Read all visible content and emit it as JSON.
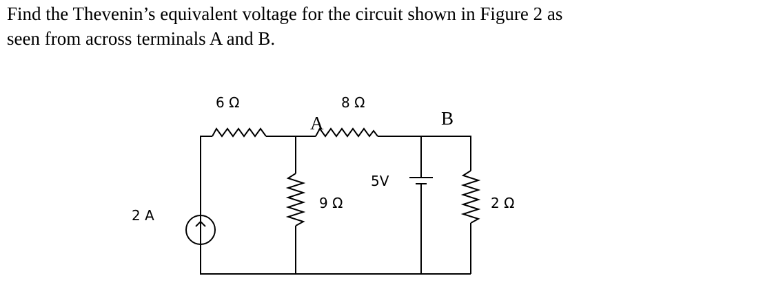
{
  "question": {
    "line1": "Find the Thevenin’s equivalent voltage for the circuit shown in Figure 2 as",
    "line2": "seen from across terminals A and B."
  },
  "circuit": {
    "components": {
      "r_top_left": "6 Ω",
      "r_top_right": "8 Ω",
      "r_middle": "9 Ω",
      "r_right": "2 Ω",
      "voltage_source": "5V",
      "current_source": "2 A"
    },
    "terminals": {
      "a": "A",
      "b": "B"
    },
    "current_source_icon": "up-arrow-icon",
    "wire_color": "#000000"
  }
}
